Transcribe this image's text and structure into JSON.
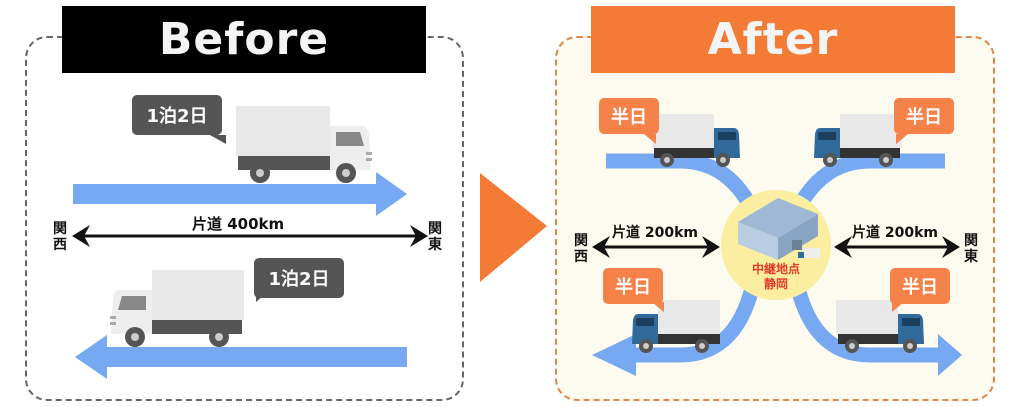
{
  "before": {
    "title": "Before",
    "trip_top": "1泊2日",
    "trip_bottom": "1泊2日",
    "distance": "片道 400km",
    "origin": "関西",
    "destination": "関東"
  },
  "after": {
    "title": "After",
    "time_labels": [
      "半日",
      "半日",
      "半日",
      "半日"
    ],
    "distance_left": "片道 200km",
    "distance_right": "片道 200km",
    "origin": "関西",
    "destination": "関東",
    "hub_label_1": "中継地点",
    "hub_label_2": "静岡"
  },
  "colors": {
    "before_header": "#000000",
    "after_header": "#f47b36",
    "road_blue": "#76a9f2",
    "after_bg": "#fdfbef",
    "hub_circle": "#fbeea0",
    "hub_text": "#e23c2c",
    "truck_cab_after": "#2f6a9a"
  }
}
